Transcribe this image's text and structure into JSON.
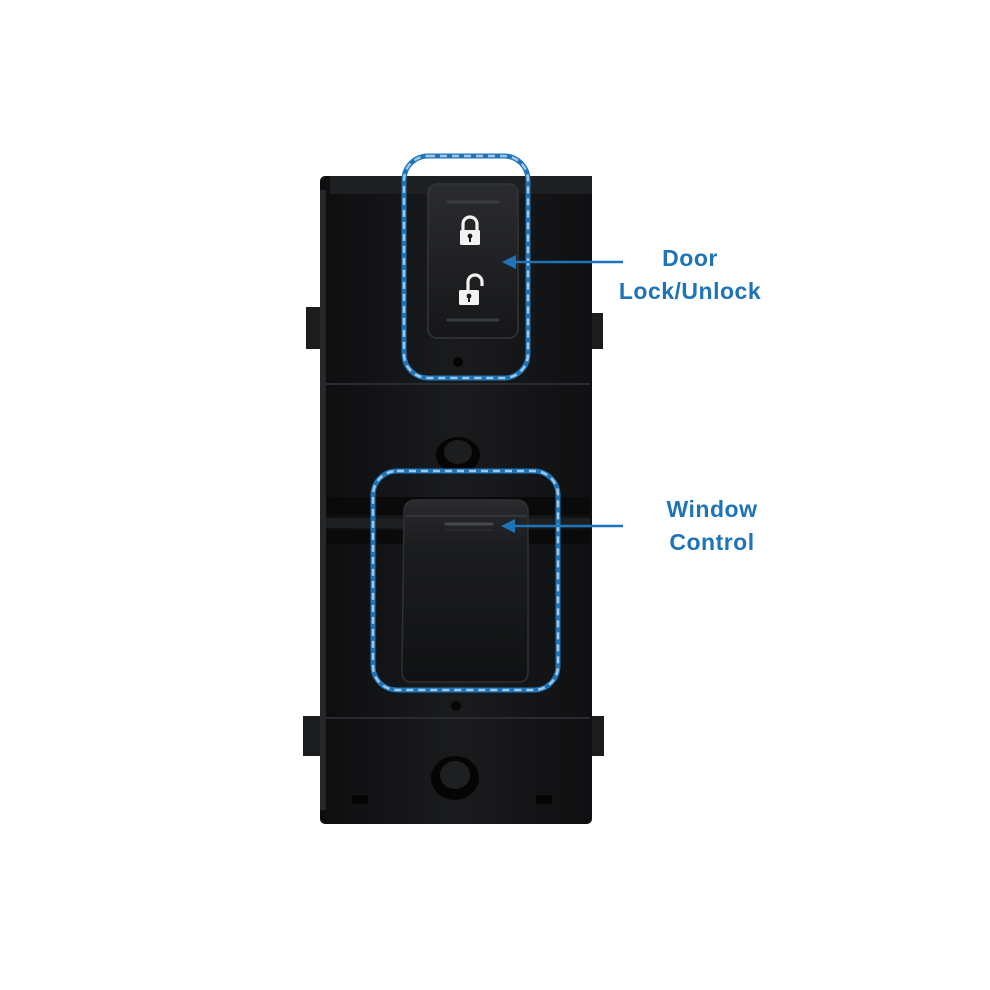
{
  "callouts": {
    "door": {
      "line1": "Door",
      "line2": "Lock/Unlock"
    },
    "window": {
      "line1": "Window",
      "line2": "Control"
    }
  },
  "colors": {
    "accent": "#1f73b7",
    "highlight_dash": "#7fb6e2",
    "housing": "#121314",
    "background": "#ffffff"
  },
  "icons": {
    "lock_button": "padlock-closed-icon",
    "unlock_button": "padlock-open-icon"
  }
}
